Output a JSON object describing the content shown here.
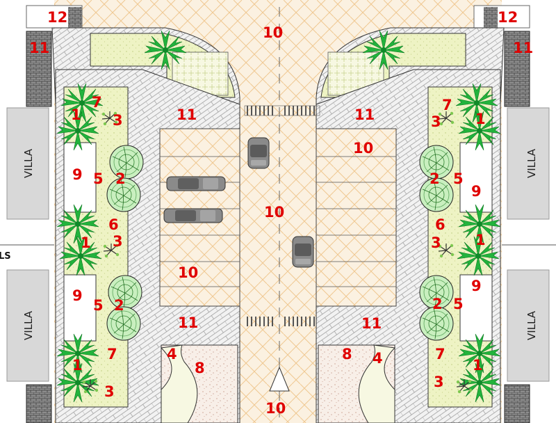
{
  "colors": {
    "number": "#e00000",
    "road": "#fbf1e1",
    "road_pattern": "#f0c891",
    "sidewalk": "#f2f2f2",
    "planter": "#eef3c4",
    "palm": "#1fb03a",
    "villa_block": "#d8d8d8",
    "wall": "#7a7a7a"
  },
  "villa_label": "VILLA",
  "edge_text": "LS",
  "labels": {
    "n12_left": "12",
    "n12_right": "12",
    "n11_left_top": "11",
    "n11_right_top": "11",
    "n10_top": "10",
    "n7_left_a": "7",
    "n1_left_a": "1",
    "n3_left_a": "3",
    "n11_left_mid": "11",
    "n11_right_mid": "11",
    "n7_right_a": "7",
    "n3_right_a": "3",
    "n1_right_a": "1",
    "n10_right_lot": "10",
    "n9_left_a": "9",
    "n5_left_a": "5",
    "n2_left_a": "2",
    "n2_right_a": "2",
    "n5_right_a": "5",
    "n9_right_a": "9",
    "n10_center": "10",
    "n6_left": "6",
    "n6_right": "6",
    "n1_left_b": "1",
    "n3_left_b": "3",
    "n3_right_b": "3",
    "n1_right_b": "1",
    "n10_left_lot": "10",
    "n9_left_b": "9",
    "n9_right_b": "9",
    "n5_left_b": "5",
    "n2_left_b": "2",
    "n2_right_b": "2",
    "n5_right_b": "5",
    "n11_left_low": "11",
    "n11_right_low": "11",
    "n4_left": "4",
    "n8_left": "8",
    "n7_left_b": "7",
    "n8_right": "8",
    "n4_right": "4",
    "n7_right_b": "7",
    "n1_left_c": "1",
    "n1_right_c": "1",
    "n3_left_c": "3",
    "n3_right_c": "3",
    "n10_bottom": "10"
  }
}
